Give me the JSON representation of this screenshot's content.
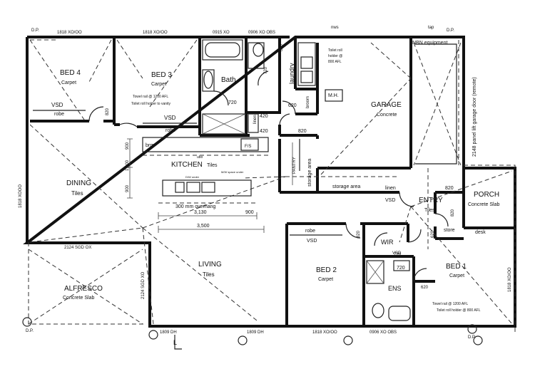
{
  "rooms": [
    {
      "key": "bed4",
      "name": "BED 4",
      "finish": "Carpet"
    },
    {
      "key": "bed3",
      "name": "BED 3",
      "finish": "Carpet"
    },
    {
      "key": "bath",
      "name": "Bath",
      "finish": ""
    },
    {
      "key": "laundry",
      "name": "laundry",
      "finish": ""
    },
    {
      "key": "garage",
      "name": "GARAGE",
      "finish": "Concrete"
    },
    {
      "key": "kitchen",
      "name": "KITCHEN",
      "finish": "Tiles"
    },
    {
      "key": "dining",
      "name": "DINING",
      "finish": "Tiles"
    },
    {
      "key": "living",
      "name": "LIVING",
      "finish": "Tiles"
    },
    {
      "key": "alfresco",
      "name": "ALFRESCO",
      "finish": "Concrete Slab"
    },
    {
      "key": "bed2",
      "name": "BED 2",
      "finish": "Carpet"
    },
    {
      "key": "entry",
      "name": "ENTRY",
      "finish": "Tiles"
    },
    {
      "key": "porch",
      "name": "PORCH",
      "finish": "Concrete Slab"
    },
    {
      "key": "bed1",
      "name": "BED 1",
      "finish": "Carpet"
    },
    {
      "key": "wir",
      "name": "WIR",
      "finish": ""
    },
    {
      "key": "ens",
      "name": "ENS",
      "finish": ""
    }
  ],
  "labels": {
    "robe": "robe",
    "vsd": "VSD",
    "linen": "linen",
    "broom": "broom",
    "brm": "brm",
    "fs": "F/S",
    "uBo": "ubo",
    "pantry": "PANTRY",
    "storage_area": "storage area",
    "mh": "M.H.",
    "store": "store",
    "desk": "desk",
    "nbn": "NBN equipment",
    "toilet_roll_laundry": "Toilet roll holder @ 800 AFL",
    "towel_rail_bed3": "Towel rail @ 1200 AFL",
    "toilet_roll_bed3": "Toilet roll holder to vanity",
    "towel_rail_ens": "Towel rail @ 1200 AFL",
    "toilet_roll_ens": "Toilet roll holder @ 800 AFL",
    "dw_under": "D/W under",
    "mw_space": "M/W space under",
    "overhang": "300 mm overhang",
    "garage_door": "2148 panel lift garage door (remote)",
    "dp": "D.P.",
    "tap": "tap",
    "nws": "nws",
    "l_mark": "L"
  },
  "dimensions": {
    "window_bed4": "1818 XO/OO",
    "window_bed3": "1818 XO/OO",
    "window_bath": "0915 XO",
    "window_wc": "0906 XO OBS",
    "window_dining_side": "1818 XOOO",
    "sgd_dining": "2124 SGD OX",
    "sgd_alfresco": "2124 SGD XO",
    "dh_left": "1809 DH",
    "dh_right": "1809 DH",
    "window_bed2": "1818 XO/OO",
    "window_ens": "0906 XO OBS",
    "window_bed1_side": "1818 XO/OO",
    "dim_3130": "3,130",
    "dim_900_a": "900",
    "dim_3500": "3,500",
    "dim_900_b": "900",
    "dim_1100": "1,100",
    "dim_900_c": "900",
    "door_820": "820",
    "door_720": "720",
    "door_620": "620",
    "door_420": "420"
  }
}
